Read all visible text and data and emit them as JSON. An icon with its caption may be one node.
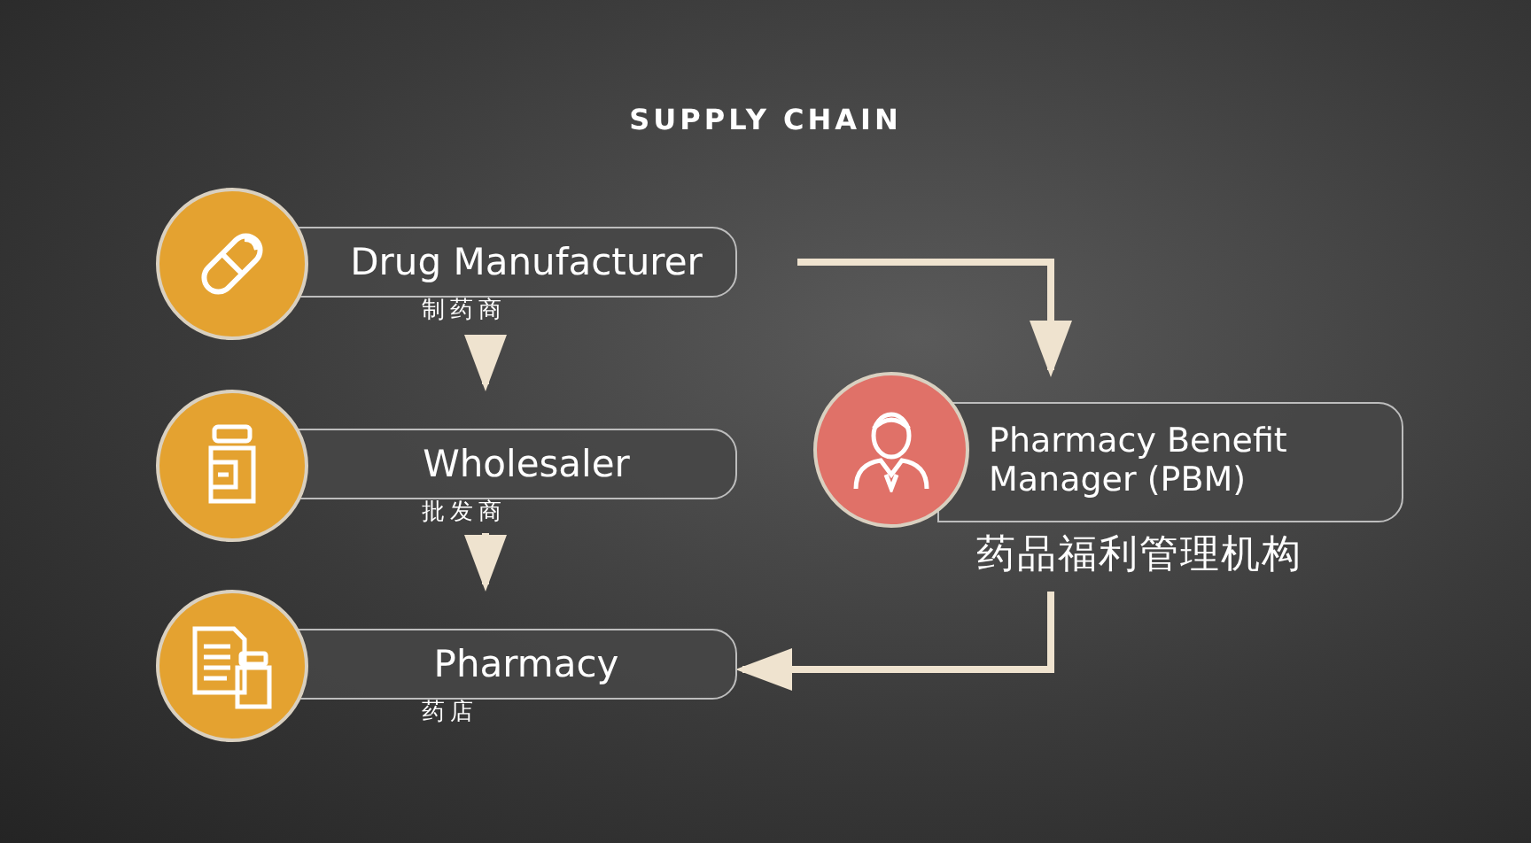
{
  "diagram": {
    "title": "SUPPLY CHAIN",
    "nodes": [
      {
        "text": [
          "Drug Manufacturer",
          "制药商"
        ]
      },
      {
        "text": [
          "Wholesaler",
          "批发商"
        ]
      },
      {
        "text": [
          "Pharmacy",
          "药店"
        ]
      },
      {
        "text": [
          "Pharmacy Benefit Manager (PBM)",
          "药品福利管理机构"
        ]
      }
    ],
    "edges": [
      {
        "from": 0,
        "to": 1,
        "arrow": "to"
      },
      {
        "from": 1,
        "to": 2,
        "arrow": "to"
      },
      {
        "from": 0,
        "to": 3,
        "arrow": "to"
      },
      {
        "from": 3,
        "to": 2,
        "arrow": "to"
      }
    ]
  }
}
